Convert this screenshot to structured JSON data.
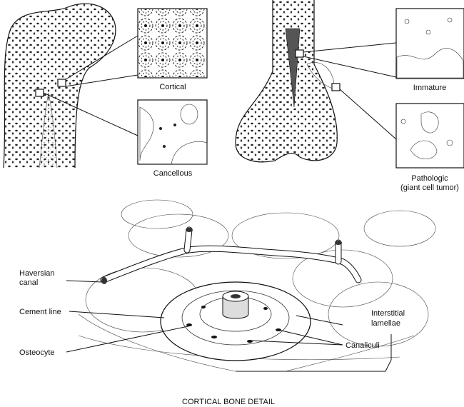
{
  "labels": {
    "cortical": "Cortical",
    "cancellous": "Cancellous",
    "immature": "Immature",
    "pathologic_line1": "Pathologic",
    "pathologic_line2": "(giant cell tumor)",
    "haversian_line1": "Haversian",
    "haversian_line2": "canal",
    "cement_line": "Cement line",
    "osteocyte": "Osteocyte",
    "interstitial_line1": "Interstitial",
    "interstitial_line2": "lamellae",
    "canaliculi": "Canaliculi"
  },
  "caption": "CORTICAL BONE DETAIL"
}
